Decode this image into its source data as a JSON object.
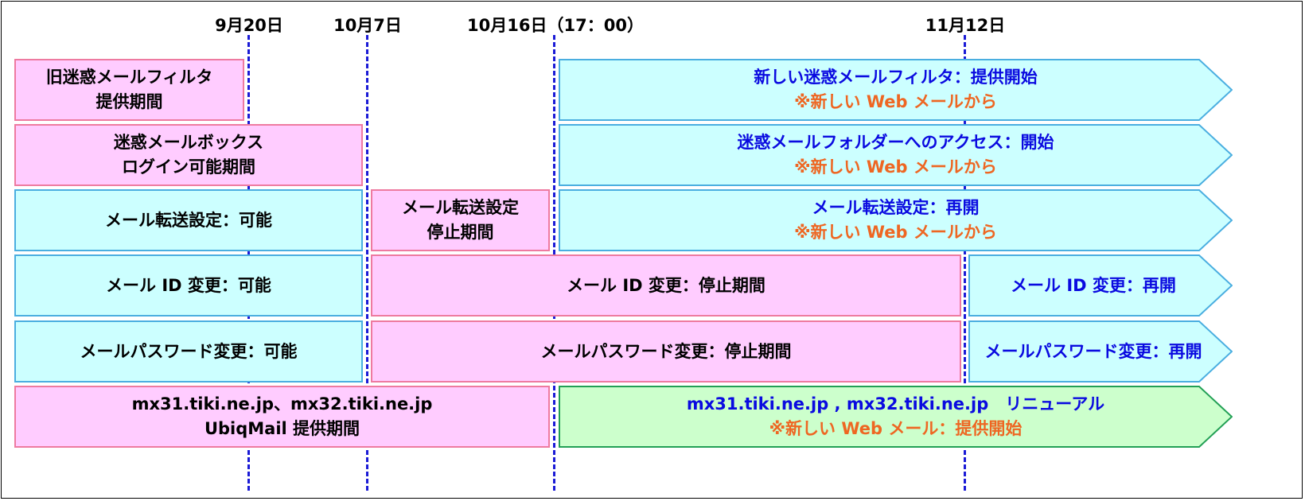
{
  "dates": [
    "9月20日",
    "10月7日",
    "10月16日（17：00）",
    "11月12日"
  ],
  "colors": {
    "pink_fill": "#ffccff",
    "pink_border": "#ee7aa0",
    "cyan_fill": "#ccffff",
    "cyan_border": "#4aaee0",
    "green_fill": "#ccffcc",
    "green_border": "#22a055",
    "blue_text": "#0a0ae0",
    "orange_text": "#ee6622",
    "dash": "#1a1ad6"
  },
  "rows": {
    "r1": {
      "old_filter": [
        "旧迷惑メールフィルタ",
        "提供期間"
      ],
      "new_filter": [
        "新しい迷惑メールフィルタ：提供開始",
        "※新しい Web メールから"
      ]
    },
    "r2": {
      "spam_box": [
        "迷惑メールボックス",
        "ログイン可能期間"
      ],
      "spam_folder": [
        "迷惑メールフォルダーへのアクセス：開始",
        "※新しい Web メールから"
      ]
    },
    "r3": {
      "forward_ok": "メール転送設定：可能",
      "forward_stop": [
        "メール転送設定",
        "停止期間"
      ],
      "forward_resume": [
        "メール転送設定：再開",
        "※新しい Web メールから"
      ]
    },
    "r4": {
      "id_ok": "メール ID 変更：可能",
      "id_stop": "メール ID 変更：停止期間",
      "id_resume": "メール ID 変更：再開"
    },
    "r5": {
      "pw_ok": "メールパスワード変更：可能",
      "pw_stop": "メールパスワード変更：停止期間",
      "pw_resume": "メールパスワード変更：再開"
    },
    "r6": {
      "ubiq": [
        "mx31.tiki.ne.jp、mx32.tiki.ne.jp",
        "UbiqMail 提供期間"
      ],
      "renewal": [
        "mx31.tiki.ne.jp , mx32.tiki.ne.jp　リニューアル",
        "※新しい Web メール：提供開始"
      ]
    }
  }
}
